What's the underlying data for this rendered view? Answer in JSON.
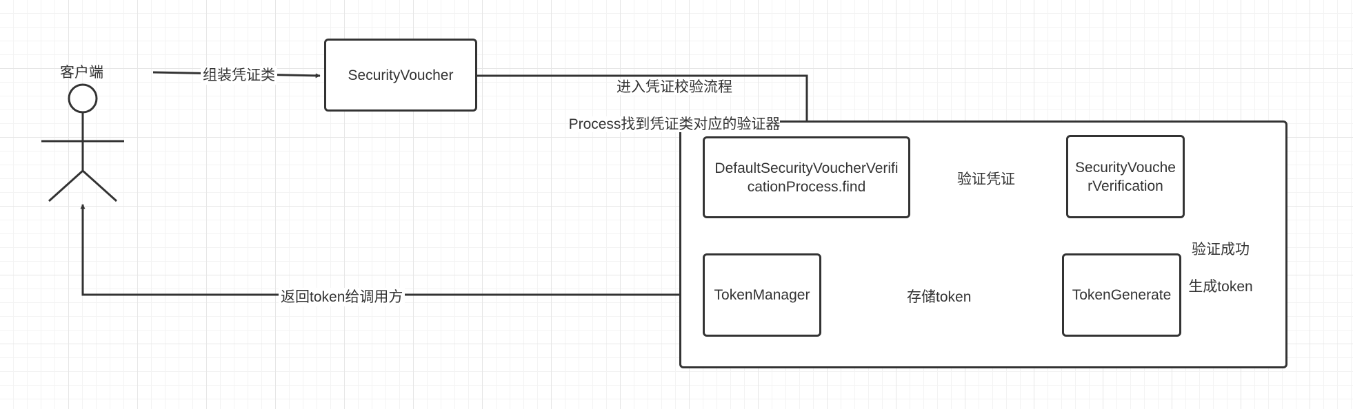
{
  "actor": {
    "label": "客户端"
  },
  "nodes": {
    "security_voucher": "SecurityVoucher",
    "default_process": "DefaultSecurityVoucherVerificationProcess.find",
    "voucher_verification": "SecurityVoucherVerification",
    "token_generate": "TokenGenerate",
    "token_manager": "TokenManager"
  },
  "edges": {
    "assemble_voucher": "组装凭证类",
    "enter_flow_line1": "进入凭证校验流程",
    "enter_flow_line2": "Process找到凭证类对应的验证器",
    "verify_voucher": "验证凭证",
    "verify_success_line1": "验证成功",
    "verify_success_line2": "生成token",
    "store_token": "存储token",
    "return_token": "返回token给调用方"
  },
  "colors": {
    "stroke": "#333333",
    "grid_major": "#e6e6e6",
    "grid_minor": "#f3f3f3"
  }
}
